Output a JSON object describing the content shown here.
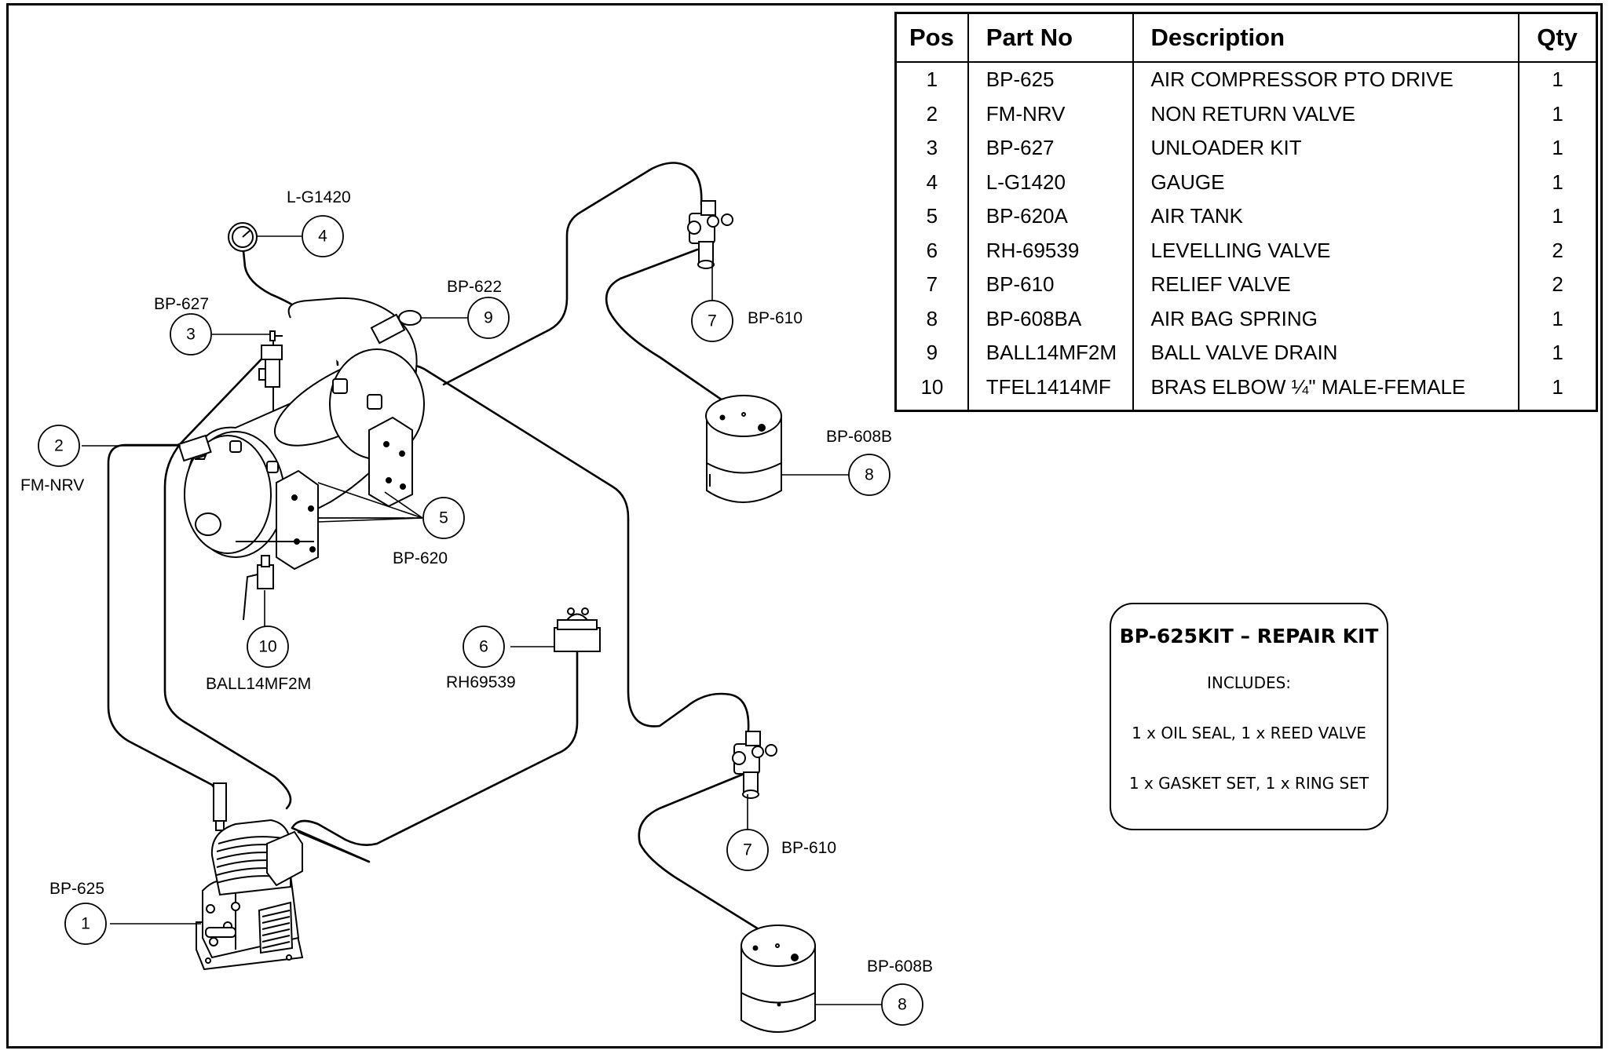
{
  "table": {
    "headers": {
      "pos": "Pos",
      "part_no": "Part No",
      "description": "Description",
      "qty": "Qty"
    },
    "rows": [
      {
        "pos": "1",
        "part_no": "BP-625",
        "description": "AIR COMPRESSOR PTO DRIVE",
        "qty": "1"
      },
      {
        "pos": "2",
        "part_no": "FM-NRV",
        "description": "NON RETURN VALVE",
        "qty": "1"
      },
      {
        "pos": "3",
        "part_no": "BP-627",
        "description": "UNLOADER KIT",
        "qty": "1"
      },
      {
        "pos": "4",
        "part_no": "L-G1420",
        "description": "GAUGE",
        "qty": "1"
      },
      {
        "pos": "5",
        "part_no": "BP-620A",
        "description": "AIR TANK",
        "qty": "1"
      },
      {
        "pos": "6",
        "part_no": "RH-69539",
        "description": "LEVELLING VALVE",
        "qty": "2"
      },
      {
        "pos": "7",
        "part_no": "BP-610",
        "description": "RELIEF VALVE",
        "qty": "2"
      },
      {
        "pos": "8",
        "part_no": "BP-608BA",
        "description": "AIR BAG SPRING",
        "qty": "1"
      },
      {
        "pos": "9",
        "part_no": "BALL14MF2M",
        "description": "BALL VALVE DRAIN",
        "qty": "1"
      },
      {
        "pos": "10",
        "part_no": "TFEL1414MF",
        "description": "BRAS ELBOW ¼\" MALE-FEMALE",
        "qty": "1"
      }
    ]
  },
  "kit": {
    "title": "BP-625KIT – REPAIR KIT",
    "includes": "INCLUDES:",
    "line1": "1 x OIL SEAL, 1 x REED VALVE",
    "line2": "1 x GASKET SET, 1 x RING SET"
  },
  "callouts": [
    {
      "num": "1",
      "label": "BP-625"
    },
    {
      "num": "2",
      "label": "FM-NRV"
    },
    {
      "num": "3",
      "label": "BP-627"
    },
    {
      "num": "4",
      "label": "L-G1420"
    },
    {
      "num": "5",
      "label": "BP-620"
    },
    {
      "num": "6",
      "label": "RH69539"
    },
    {
      "num": "7",
      "label": "BP-610"
    },
    {
      "num": "7",
      "label": "BP-610"
    },
    {
      "num": "8",
      "label": "BP-608B"
    },
    {
      "num": "8",
      "label": "BP-608B"
    },
    {
      "num": "9",
      "label": "BP-622"
    },
    {
      "num": "10",
      "label": "BALL14MF2M"
    }
  ]
}
